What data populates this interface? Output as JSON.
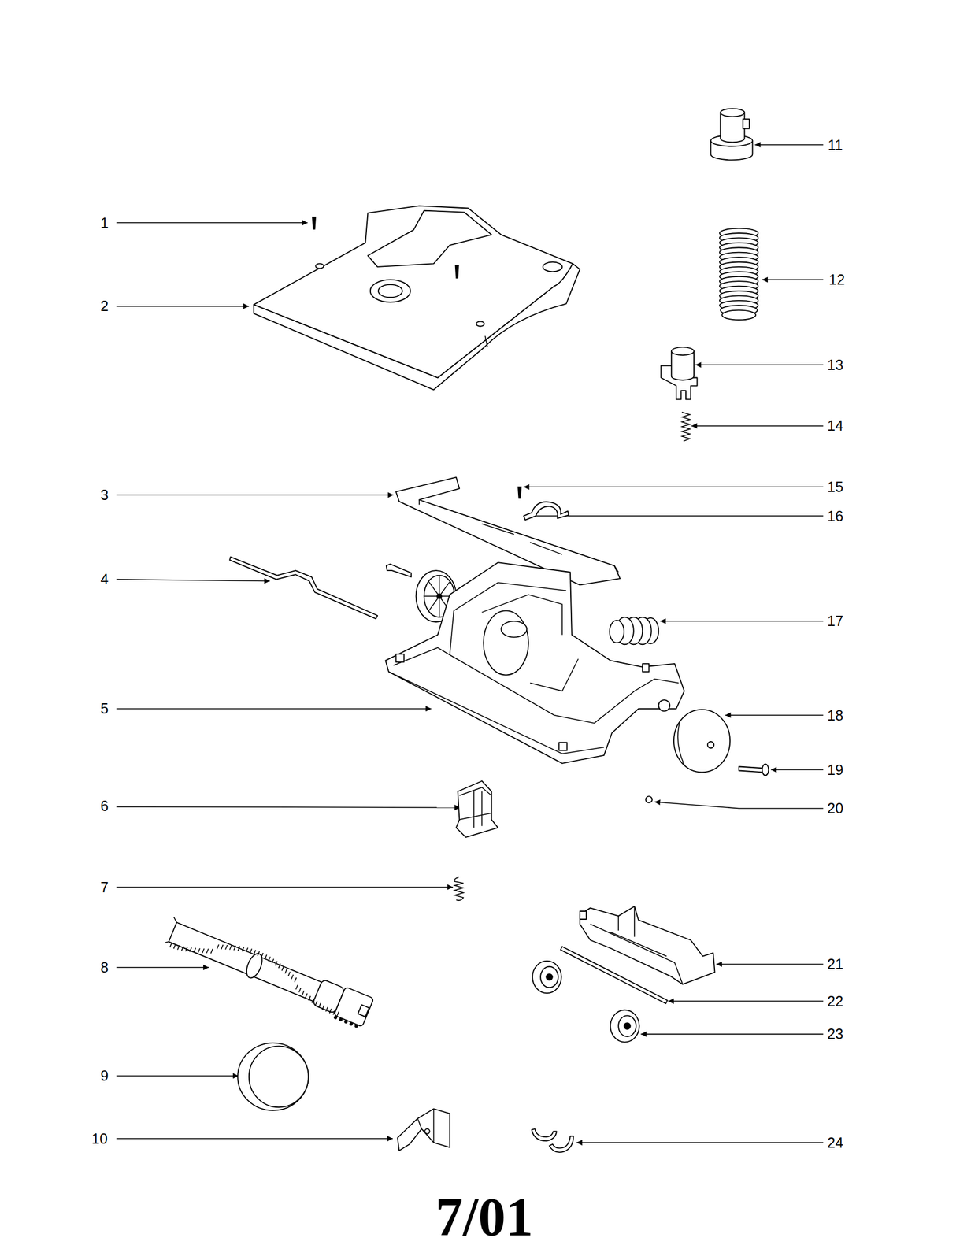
{
  "diagram": {
    "caption": "7/01",
    "labels": [
      "1",
      "2",
      "3",
      "4",
      "5",
      "6",
      "7",
      "8",
      "9",
      "10",
      "11",
      "12",
      "13",
      "14",
      "15",
      "16",
      "17",
      "18",
      "19",
      "20",
      "21",
      "22",
      "23",
      "24"
    ]
  }
}
